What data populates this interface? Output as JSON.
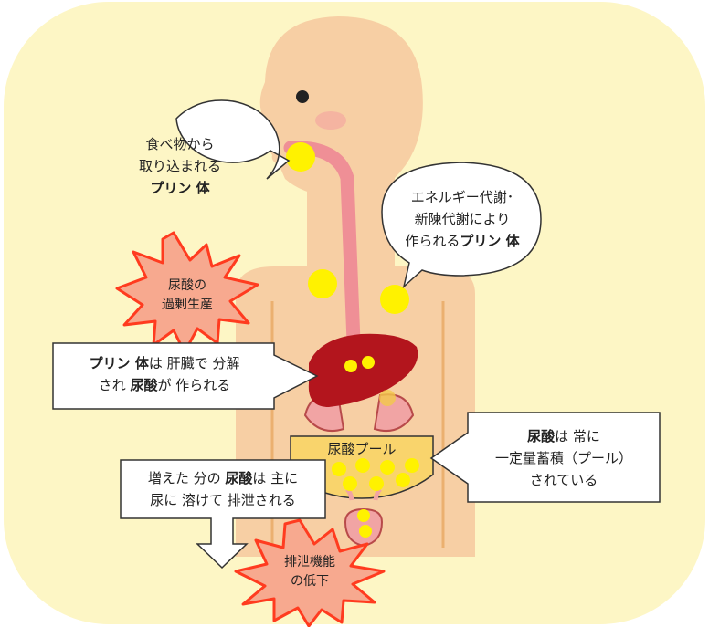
{
  "bubble_food": {
    "line1": "食べ物から",
    "line2": "取り込まれる",
    "bold": "プリン 体"
  },
  "bubble_metabolism": {
    "line1": "エネルギー代謝･",
    "line2": "新陳代謝により",
    "line3_pre": "作られる",
    "line3_bold": "プリン 体"
  },
  "burst_overproduction": {
    "line1": "尿酸の",
    "line2": "過剰生産"
  },
  "arrow_liver": {
    "b1": "プリン 体",
    "t1": "は 肝臓で 分解",
    "t2": "され ",
    "b2": "尿酸",
    "t3": "が 作られる"
  },
  "pool": {
    "label": "尿酸プール"
  },
  "arrow_pool": {
    "b1": "尿酸",
    "t1": "は 常に",
    "t2": "一定量蓄積（プール）",
    "t3": "されている"
  },
  "arrow_excrete": {
    "t1": "増えた 分の ",
    "b1": "尿酸",
    "t2": "は 主に",
    "t3": "尿に 溶けて 排泄される"
  },
  "burst_excretion": {
    "line1": "排泄機能",
    "line2": "の低下"
  },
  "colors": {
    "background": "#fdf6c5",
    "skin": "#f7cfa4",
    "uric_acid": "#fff200",
    "liver": "#b3151d",
    "burst": "#ff3b1f",
    "burst_fill": "#f7a98f"
  }
}
